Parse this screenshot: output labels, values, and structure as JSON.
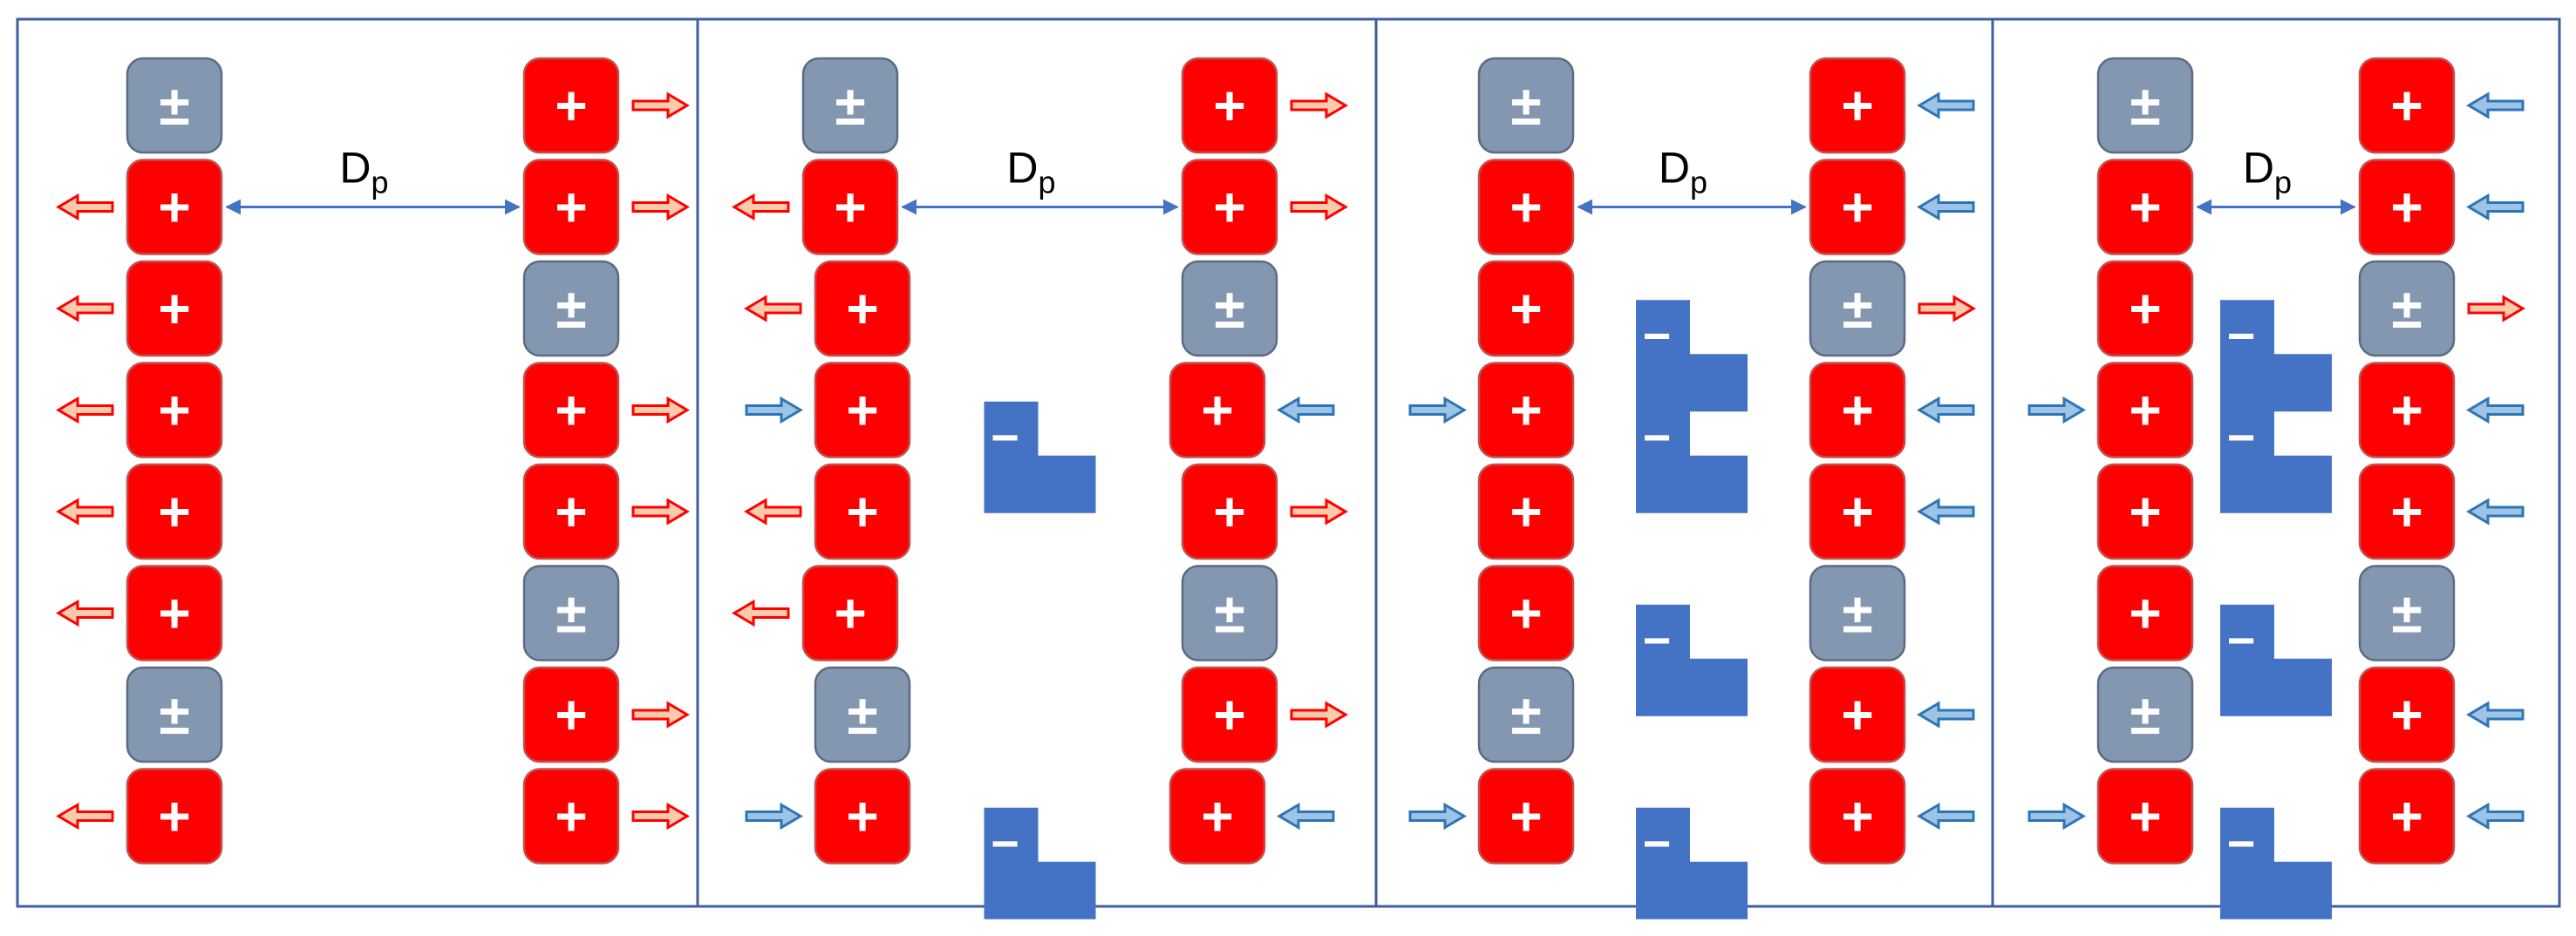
{
  "colors": {
    "frame": "#3f5f9c",
    "cation": "#ff0000",
    "cation_stroke": "#c0504d",
    "neutral": "#8497b0",
    "neutral_stroke": "#5a6b82",
    "anion": "#4472c4",
    "arrow_blue_fill": "#9dc3e6",
    "arrow_blue_stroke": "#2e75b6",
    "arrow_red_fill": "#f8cbad",
    "arrow_red_stroke": "#ff0000",
    "distance_arrow": "#4472c4",
    "white": "#ffffff",
    "text": "#000000"
  },
  "symbols": {
    "cation": "+",
    "neutral": "±",
    "anion": "−"
  },
  "distance_label": {
    "main": "D",
    "sub": "p"
  },
  "panels": [
    {
      "left": [
        [
          "neutral",
          0,
          "none"
        ],
        [
          "cation",
          0,
          "red"
        ],
        [
          "cation",
          0,
          "red"
        ],
        [
          "cation",
          0,
          "red"
        ],
        [
          "cation",
          0,
          "red"
        ],
        [
          "cation",
          0,
          "red"
        ],
        [
          "neutral",
          0,
          "none"
        ],
        [
          "cation",
          0,
          "red"
        ]
      ],
      "right": [
        [
          "cation",
          0,
          "red"
        ],
        [
          "cation",
          0,
          "red"
        ],
        [
          "neutral",
          0,
          "none"
        ],
        [
          "cation",
          0,
          "red"
        ],
        [
          "cation",
          0,
          "red"
        ],
        [
          "neutral",
          0,
          "none"
        ],
        [
          "cation",
          0,
          "red"
        ],
        [
          "cation",
          0,
          "red"
        ]
      ],
      "anions": []
    },
    {
      "left": [
        [
          "neutral",
          0,
          "none"
        ],
        [
          "cation",
          0,
          "red"
        ],
        [
          "cation",
          1,
          "red"
        ],
        [
          "cation",
          1,
          "blue"
        ],
        [
          "cation",
          1,
          "red"
        ],
        [
          "cation",
          0,
          "red"
        ],
        [
          "neutral",
          1,
          "none"
        ],
        [
          "cation",
          1,
          "blue"
        ]
      ],
      "right": [
        [
          "cation",
          0,
          "red"
        ],
        [
          "cation",
          0,
          "red"
        ],
        [
          "neutral",
          0,
          "none"
        ],
        [
          "cation",
          -1,
          "blue"
        ],
        [
          "cation",
          0,
          "red"
        ],
        [
          "neutral",
          0,
          "none"
        ],
        [
          "cation",
          0,
          "red"
        ],
        [
          "cation",
          -1,
          "blue"
        ]
      ],
      "anions": [
        3.5,
        7.5
      ]
    },
    {
      "left": [
        [
          "neutral",
          0,
          "none"
        ],
        [
          "cation",
          0,
          "none"
        ],
        [
          "cation",
          0,
          "none"
        ],
        [
          "cation",
          0,
          "blue"
        ],
        [
          "cation",
          0,
          "none"
        ],
        [
          "cation",
          0,
          "none"
        ],
        [
          "neutral",
          0,
          "none"
        ],
        [
          "cation",
          0,
          "blue"
        ]
      ],
      "right": [
        [
          "cation",
          0,
          "blue"
        ],
        [
          "cation",
          0,
          "blue"
        ],
        [
          "neutral",
          0,
          "red"
        ],
        [
          "cation",
          0,
          "blue"
        ],
        [
          "cation",
          0,
          "blue"
        ],
        [
          "neutral",
          0,
          "none"
        ],
        [
          "cation",
          0,
          "blue"
        ],
        [
          "cation",
          0,
          "blue"
        ]
      ],
      "anions": [
        2.5,
        3.5,
        5.5,
        7.5
      ]
    },
    {
      "left": [
        [
          "neutral",
          0,
          "none"
        ],
        [
          "cation",
          0,
          "none"
        ],
        [
          "cation",
          0,
          "none"
        ],
        [
          "cation",
          0,
          "blue"
        ],
        [
          "cation",
          0,
          "none"
        ],
        [
          "cation",
          0,
          "none"
        ],
        [
          "neutral",
          0,
          "none"
        ],
        [
          "cation",
          0,
          "blue"
        ]
      ],
      "right": [
        [
          "cation",
          0,
          "blue"
        ],
        [
          "cation",
          0,
          "blue"
        ],
        [
          "neutral",
          0,
          "red"
        ],
        [
          "cation",
          0,
          "blue"
        ],
        [
          "cation",
          0,
          "blue"
        ],
        [
          "neutral",
          0,
          "none"
        ],
        [
          "cation",
          0,
          "blue"
        ],
        [
          "cation",
          0,
          "blue"
        ]
      ],
      "anions": [
        2.5,
        3.5,
        5.5,
        7.5
      ]
    }
  ]
}
